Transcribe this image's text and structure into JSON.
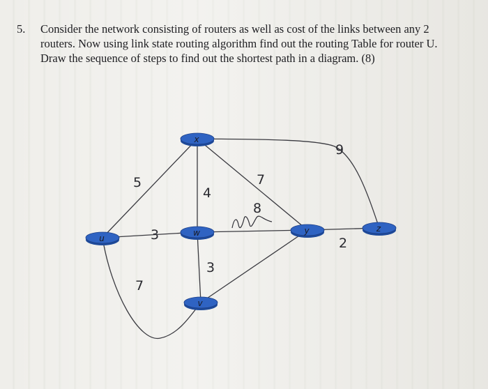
{
  "question": {
    "number": "5.",
    "lines": [
      "Consider the network consisting of routers as well as cost of the links between any 2",
      "routers. Now using link state routing algorithm find out the routing Table for router U.",
      "Draw the sequence of steps to find out the shortest path in a diagram. (8)"
    ]
  },
  "graph": {
    "nodes": [
      {
        "id": "x",
        "label": "x"
      },
      {
        "id": "u",
        "label": "u"
      },
      {
        "id": "w",
        "label": "w"
      },
      {
        "id": "y",
        "label": "y"
      },
      {
        "id": "z",
        "label": "z"
      },
      {
        "id": "v",
        "label": "v"
      }
    ],
    "edges": [
      {
        "from": "u",
        "to": "x",
        "cost": "5"
      },
      {
        "from": "u",
        "to": "w",
        "cost": "3"
      },
      {
        "from": "u",
        "to": "v",
        "cost": "7"
      },
      {
        "from": "x",
        "to": "w",
        "cost": "4"
      },
      {
        "from": "x",
        "to": "y",
        "cost": "7"
      },
      {
        "from": "x",
        "to": "z",
        "cost": "9"
      },
      {
        "from": "w",
        "to": "y",
        "cost": "8"
      },
      {
        "from": "w",
        "to": "v",
        "cost": "3"
      },
      {
        "from": "y",
        "to": "z",
        "cost": "2"
      },
      {
        "from": "v",
        "to": "y",
        "cost": ""
      }
    ],
    "node_color": "#2f63c2",
    "edge_color": "#3a3a40"
  }
}
